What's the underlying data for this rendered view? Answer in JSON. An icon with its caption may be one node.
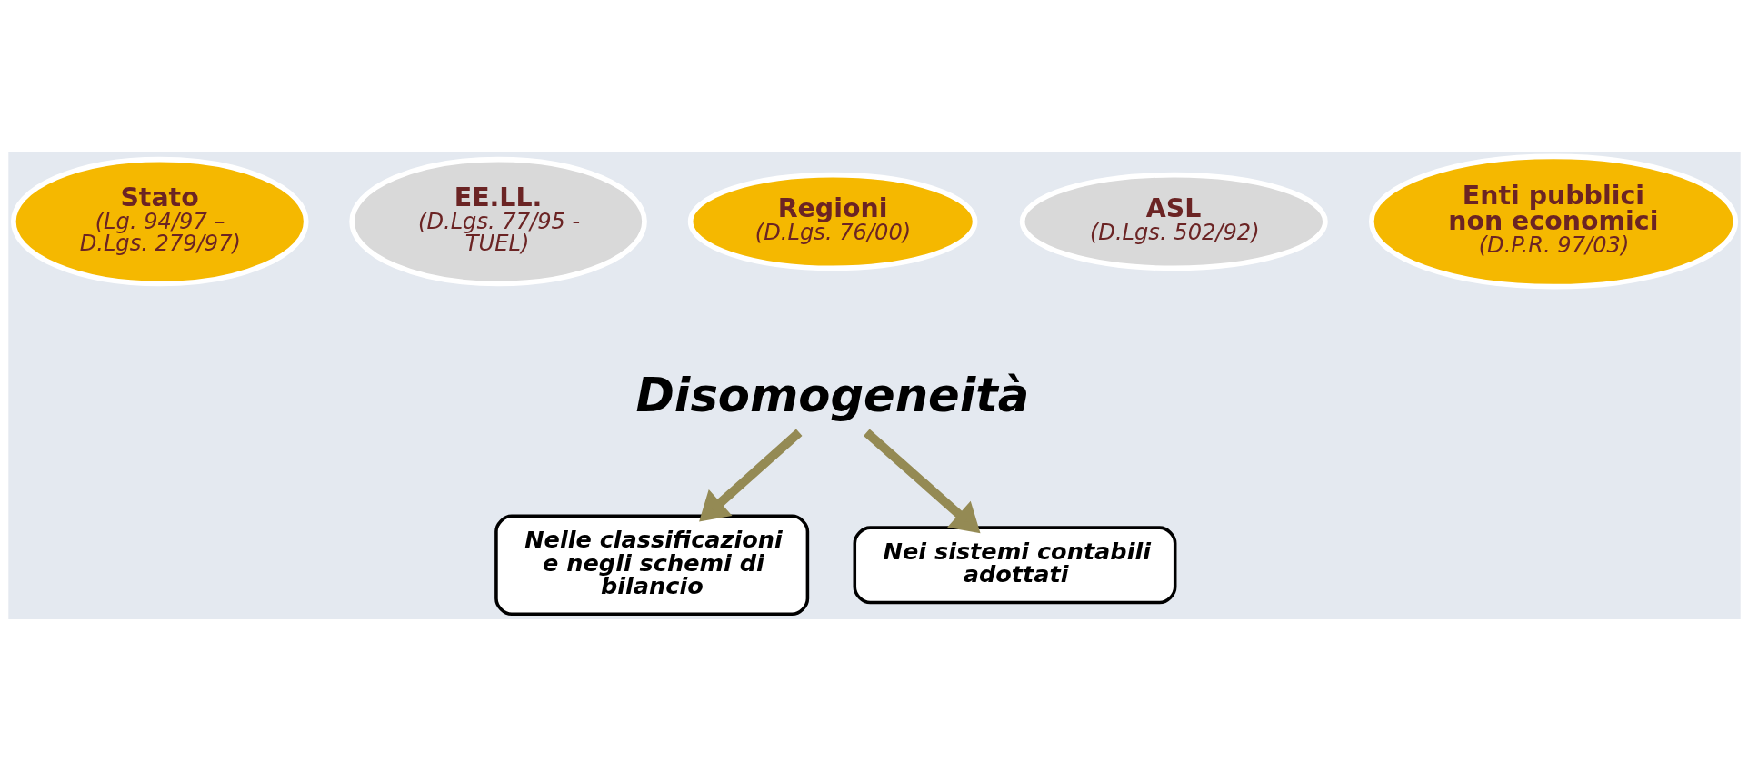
{
  "diagram": {
    "nodes": [
      {
        "text": [
          "Stato",
          "(Lg. 94/97 – D.Lgs. 279/97)"
        ]
      },
      {
        "text": [
          "Regioni",
          "(D.Lgs. 76/00)"
        ]
      },
      {
        "text": [
          "Enti pubblici non economici",
          "(D.P.R. 97/03)"
        ]
      },
      {
        "text": [
          "EE.LL.",
          "(D.Lgs. 77/95 - TUEL)"
        ]
      },
      {
        "text": [
          "ASL",
          "(D.Lgs. 502/92)"
        ]
      },
      {
        "text": [
          "Disomogeneità"
        ]
      },
      {
        "text": [
          "Nelle classificazioni e negli schemi di bilancio"
        ]
      },
      {
        "text": [
          "Nei sistemi contabili adottati"
        ]
      }
    ],
    "edges": [
      {
        "from": 5,
        "to": 6,
        "arrow": "to",
        "color": "#948a54"
      },
      {
        "from": 5,
        "to": 7,
        "arrow": "to",
        "color": "#948a54"
      }
    ]
  }
}
